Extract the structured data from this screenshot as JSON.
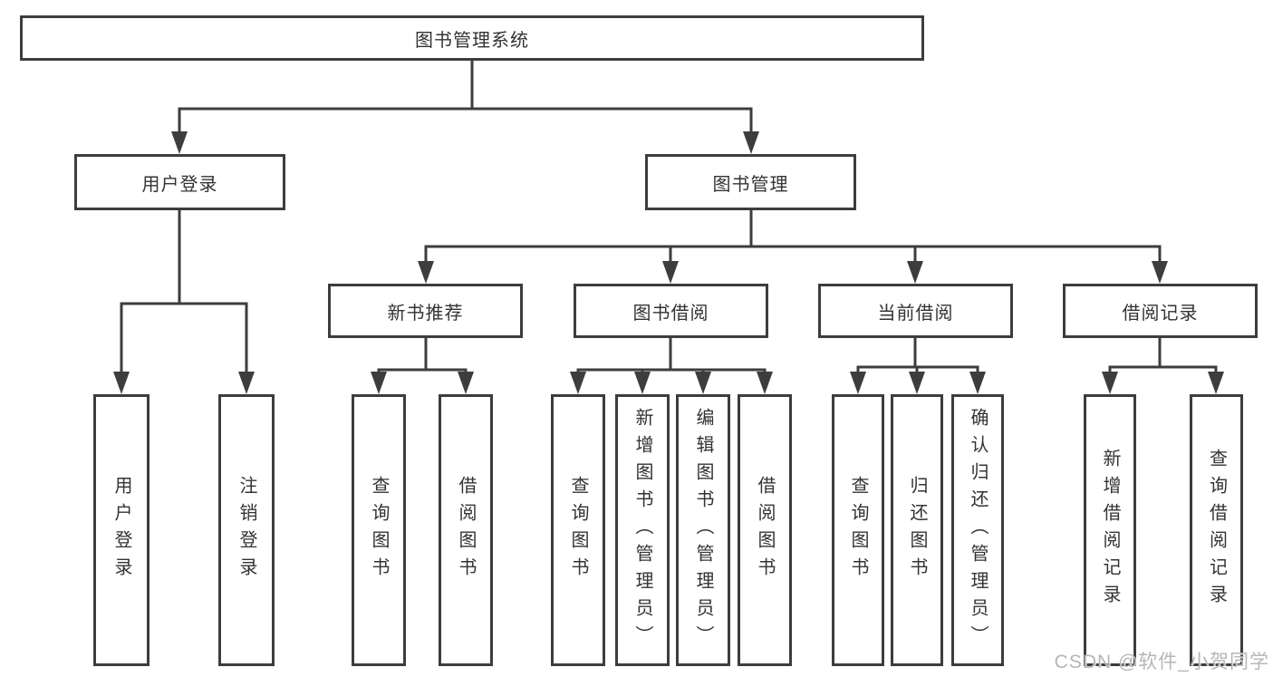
{
  "diagram": {
    "root": "图书管理系统",
    "branches": [
      {
        "label": "用户登录",
        "children": [
          "用户登录",
          "注销登录"
        ]
      },
      {
        "label": "图书管理",
        "children": [
          {
            "label": "新书推荐",
            "children": [
              "查询图书",
              "借阅图书"
            ]
          },
          {
            "label": "图书借阅",
            "children": [
              "查询图书",
              "新增图书（管理员）",
              "编辑图书（管理员）",
              "借阅图书"
            ]
          },
          {
            "label": "当前借阅",
            "children": [
              "查询图书",
              "归还图书",
              "确认归还（管理员）"
            ]
          },
          {
            "label": "借阅记录",
            "children": [
              "新增借阅记录",
              "查询借阅记录"
            ]
          }
        ]
      }
    ]
  },
  "watermark": {
    "text": "CSDN @软件_小贺同学"
  },
  "colors": {
    "line": "#3d3d3d",
    "box_border": "#3d3d3d",
    "box_background": "#ffffff",
    "text": "#333333",
    "watermark": "#b2b2b2"
  }
}
